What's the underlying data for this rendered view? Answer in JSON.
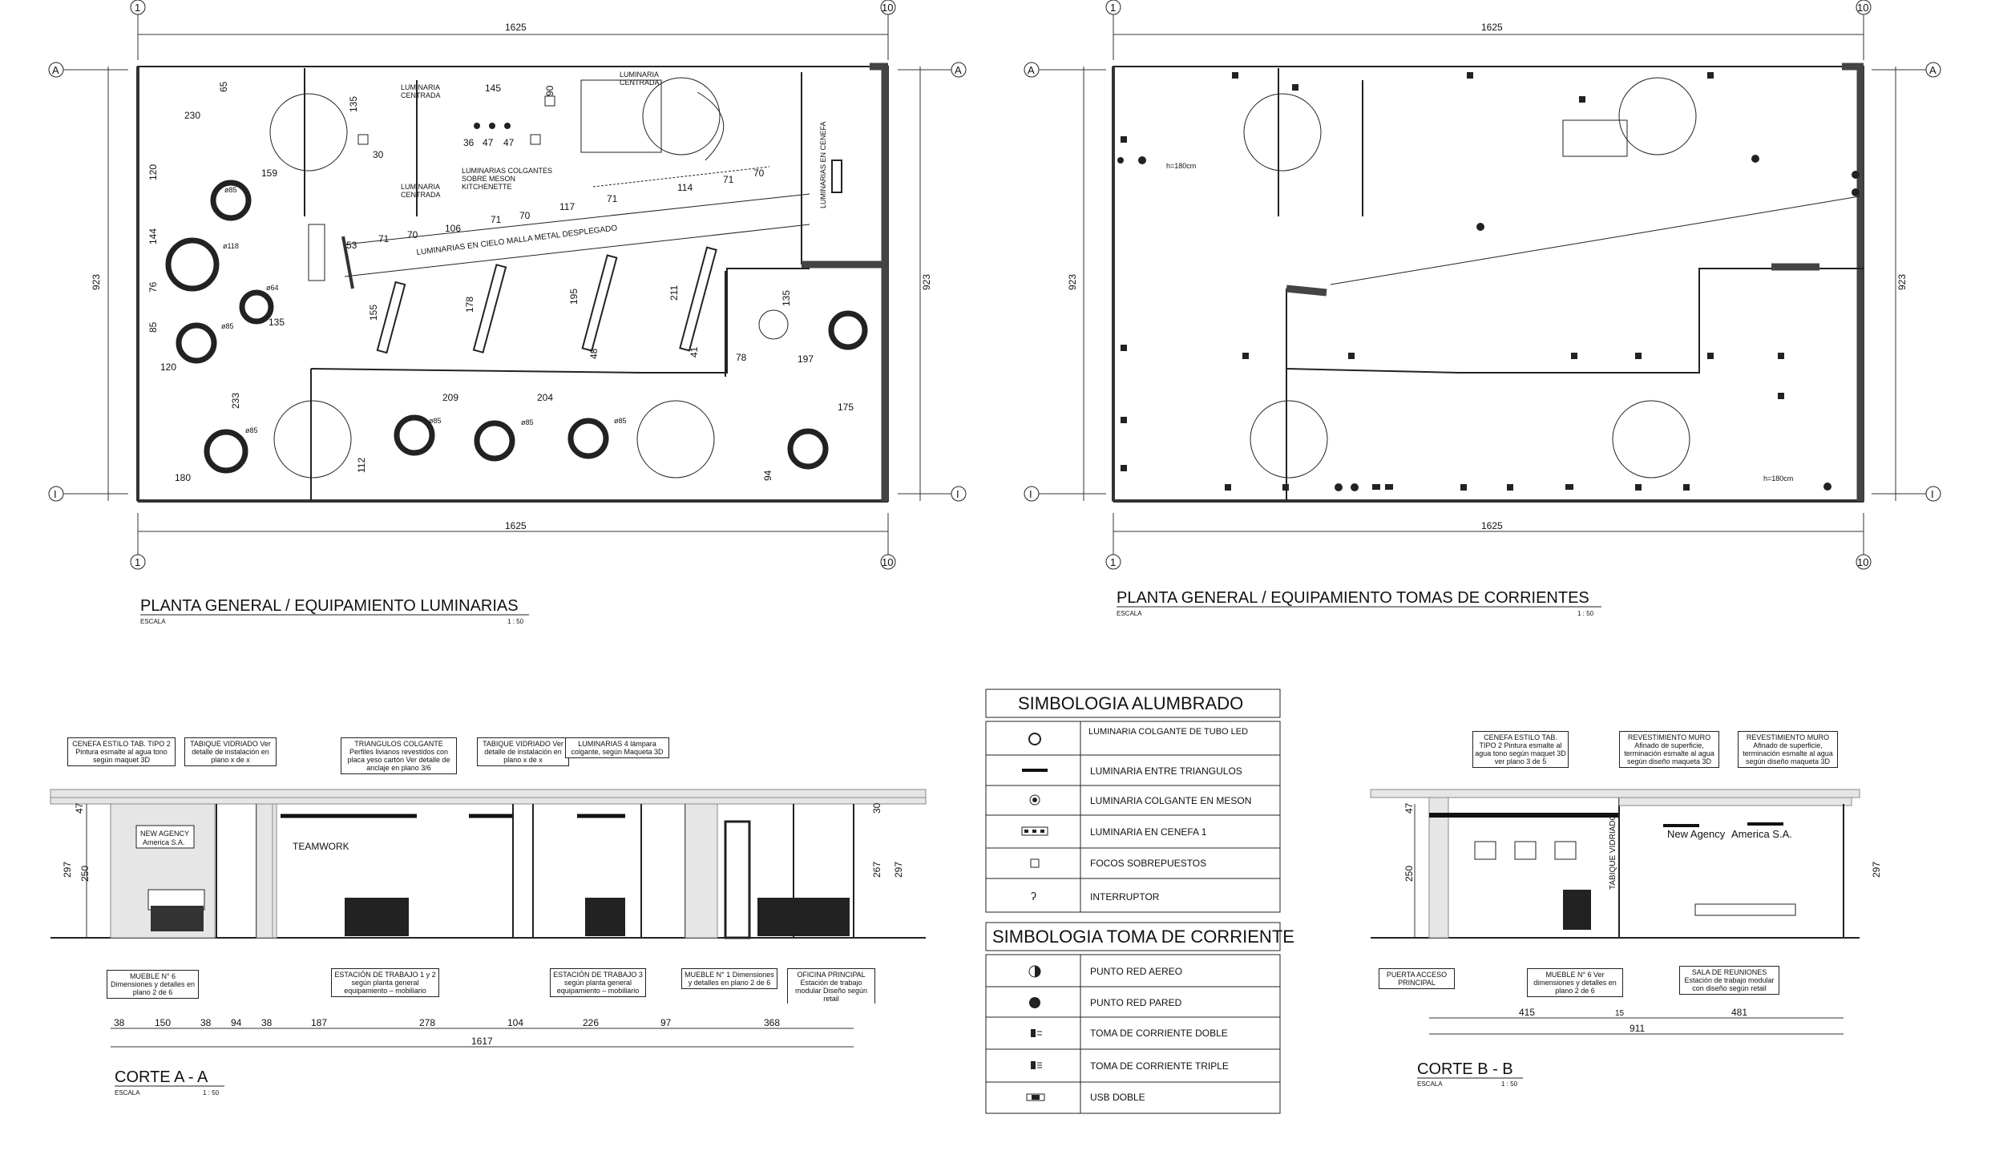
{
  "plan_luminarias": {
    "title": "PLANTA GENERAL / EQUIPAMIENTO  LUMINARIAS",
    "escala_label": "ESCALA",
    "escala_value": "1 : 50",
    "grid_1": "1",
    "grid_10": "10",
    "grid_A": "A",
    "grid_I": "I",
    "width_dim": "1625",
    "height_dim": "923",
    "labels": {
      "luminaria_centrada": "LUMINARIA CENTRADA",
      "luminarias_colgantes": "LUMINARIAS COLGANTES SOBRE MESON KITCHENETTE",
      "luminarias_cielo": "LUMINARIAS EN CIELO MALLA METAL DESPLEGADO",
      "luminarias_cenefa": "LUMINARIAS EN CENEFA",
      "d85": "ø85",
      "d118": "ø118",
      "d64": "ø64"
    },
    "dims": [
      "230",
      "65",
      "135",
      "145",
      "90",
      "36",
      "47",
      "47",
      "120",
      "159",
      "144",
      "76",
      "85",
      "135",
      "120",
      "233",
      "180",
      "53",
      "71",
      "70",
      "106",
      "71",
      "70",
      "117",
      "71",
      "114",
      "71",
      "70",
      "155",
      "178",
      "195",
      "211",
      "48",
      "41",
      "78",
      "197",
      "135",
      "209",
      "204",
      "175",
      "112",
      "94",
      "30"
    ]
  },
  "plan_tomas": {
    "title": "PLANTA GENERAL / EQUIPAMIENTO TOMAS DE CORRIENTES",
    "escala_label": "ESCALA",
    "escala_value": "1 : 50",
    "width_dim": "1625",
    "height_dim": "923",
    "h_label": "h=180cm"
  },
  "corte_aa": {
    "title": "CORTE  A - A",
    "escala_label": "ESCALA",
    "escala_value": "1 : 50",
    "notes_top": [
      "CENEFA ESTILO TAB. TIPO 2 Pintura esmalte al agua tono según maquet 3D",
      "TABIQUE VIDRIADO Ver detalle de instalación en plano x de x",
      "TRIANGULOS COLGANTE Perfiles livianos revestidos con placa yeso cartón Ver detalle de anclaje en plano 3/6",
      "TABIQUE VIDRIADO Ver detalle de instalación en plano x de x",
      "LUMINARIAS 4 lámpara colgante, según Maqueta 3D"
    ],
    "notes_bottom": [
      "MUEBLE N° 6 Dimensiones y detalles en plano 2 de 6",
      "ESTACIÓN DE TRABAJO 1 y 2 según planta general equipamiento – mobiliario",
      "ESTACIÓN DE TRABAJO 3 según planta general equipamiento – mobiliario",
      "MUEBLE N° 1 Dimensiones y detalles en plano 2 de 6",
      "OFICINA PRINCIPAL Estación de trabajo modular Diseño según retail"
    ],
    "sign_1": "NEW AGENCY",
    "sign_2": "America S.A.",
    "sign_3": "TEAMWORK",
    "dims_h": [
      "38",
      "150",
      "38",
      "94",
      "38",
      "187",
      "278",
      "104",
      "226",
      "97",
      "368"
    ],
    "total": "1617",
    "dims_v": [
      "47",
      "297",
      "250",
      "30",
      "267"
    ]
  },
  "corte_bb": {
    "title": "CORTE  B - B",
    "escala_label": "ESCALA",
    "escala_value": "1 : 50",
    "notes_top": [
      "CENEFA ESTILO TAB. TIPO 2 Pintura esmalte al agua tono según maquet 3D ver plano 3 de 5",
      "REVESTIMIENTO MURO Afinado de superficie, terminación esmalte al agua según diseño maqueta 3D",
      "REVESTIMIENTO MURO Afinado de superficie, terminación esmalte al agua según diseño maqueta 3D"
    ],
    "notes_bottom": [
      "PUERTA ACCESO PRINCIPAL",
      "MUEBLE N° 6 Ver dimensiones y detalles en plano 2 de 6",
      "SALA DE REUNIONES Estación de trabajo modular con diseño según retail"
    ],
    "sign_1": "New Agency",
    "sign_2": "America S.A.",
    "tabique": "TABIQUE VIDRIADO",
    "dims_h": [
      "415",
      "15",
      "481"
    ],
    "total": "911",
    "dims_v": [
      "47",
      "250",
      "297"
    ]
  },
  "legend": {
    "alumbrado_title": "SIMBOLOGIA ALUMBRADO",
    "alumbrado_items": [
      "LUMINARIA COLGANTE DE TUBO LED",
      "LUMINARIA ENTRE TRIANGULOS",
      "LUMINARIA COLGANTE EN MESON",
      "LUMINARIA EN CENEFA 1",
      "FOCOS SOBREPUESTOS",
      "INTERRUPTOR"
    ],
    "toma_title": "SIMBOLOGIA TOMA DE CORRIENTE",
    "toma_items": [
      "PUNTO RED AEREO",
      "PUNTO RED PARED",
      "TOMA DE CORRIENTE DOBLE",
      "TOMA DE CORRIENTE TRIPLE",
      "USB DOBLE"
    ]
  }
}
